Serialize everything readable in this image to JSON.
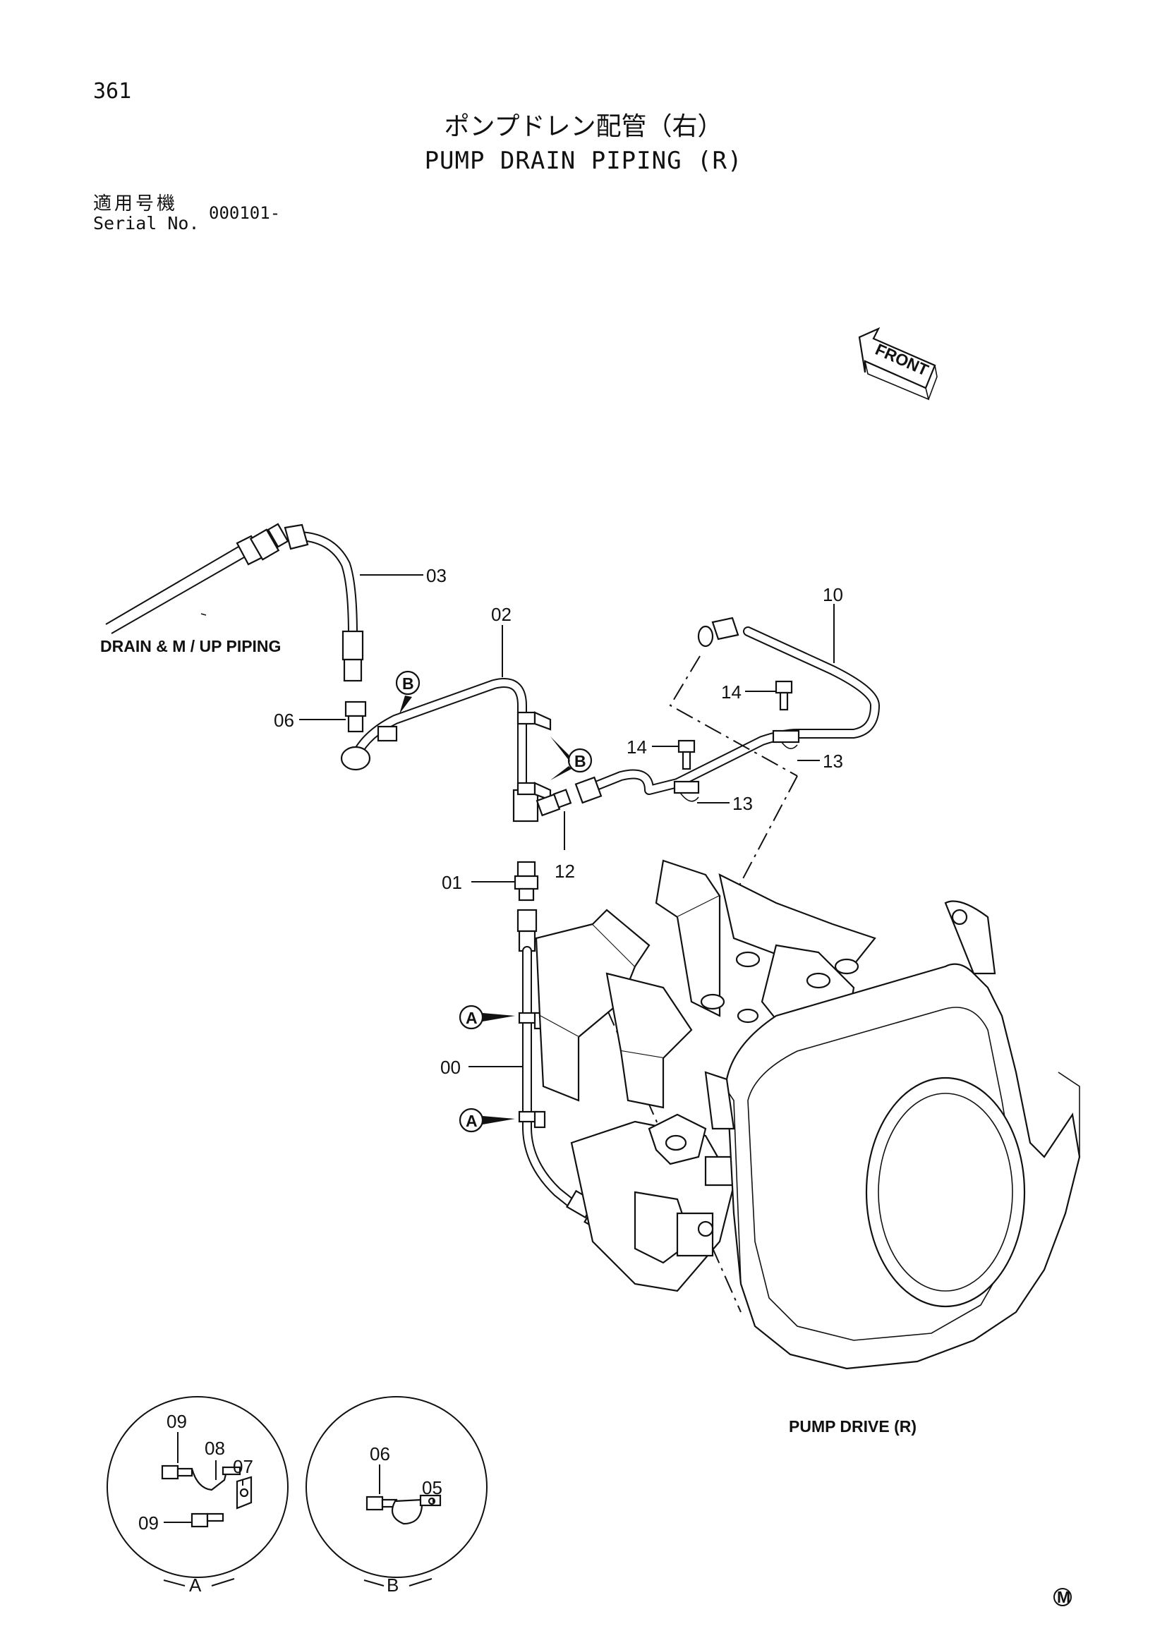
{
  "page_number": "361",
  "title_jp": "ポンプドレン配管（右）",
  "title_en": "PUMP DRAIN PIPING (R)",
  "serial": {
    "label_jp": "適用号機",
    "label_en": "Serial No.",
    "value": "000101-"
  },
  "front_arrow": "FRONT",
  "references": {
    "drain_piping": "DRAIN & M / UP  PIPING",
    "pump_drive": "PUMP  DRIVE (R)"
  },
  "callouts": {
    "p00": "00",
    "p01": "01",
    "p02": "02",
    "p03": "03",
    "p06": "06",
    "p10": "10",
    "p12": "12",
    "p13a": "13",
    "p13b": "13",
    "p14a": "14",
    "p14b": "14"
  },
  "markers": {
    "a": "A",
    "b": "B"
  },
  "detail_a": {
    "label": "A",
    "p09a": "09",
    "p09b": "09",
    "p08": "08",
    "p07": "07"
  },
  "detail_b": {
    "label": "B",
    "p06": "06",
    "p05": "05"
  },
  "footer_mark": "M"
}
